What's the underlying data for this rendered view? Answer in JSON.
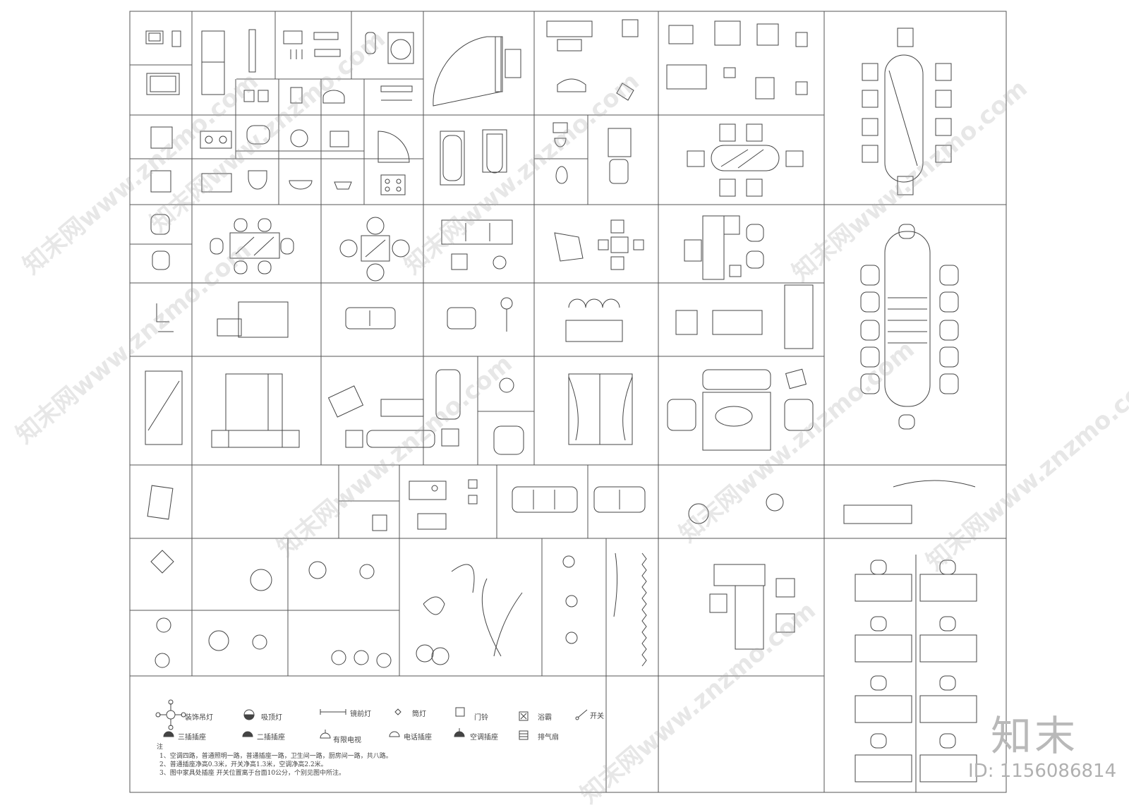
{
  "legend": {
    "items": [
      {
        "key": "decor_lamp",
        "label": "装饰吊灯"
      },
      {
        "key": "ceiling_lamp",
        "label": "吸顶灯"
      },
      {
        "key": "mirror_lamp",
        "label": "镜前灯"
      },
      {
        "key": "downlight",
        "label": "筒灯"
      },
      {
        "key": "doorbell",
        "label": "门铃"
      },
      {
        "key": "bath_heater",
        "label": "浴霸"
      },
      {
        "key": "switch",
        "label": "开关"
      },
      {
        "key": "socket3",
        "label": "三插插座"
      },
      {
        "key": "socket2",
        "label": "二插插座"
      },
      {
        "key": "tv_socket",
        "label": "有限电视"
      },
      {
        "key": "phone_socket",
        "label": "电话插座"
      },
      {
        "key": "ac_socket",
        "label": "空调插座"
      },
      {
        "key": "exhaust_fan",
        "label": "排气扇"
      }
    ],
    "notes_title": "注",
    "notes": [
      "1、空调四路，普通照明一路，普通插座一路，卫生间一路，厨房间一路，共八路。",
      "2、普通插座净高0.3米，开关净高1.3米，空调净高2.2米。",
      "3、图中家具处插座  开关位置离于台面10公分，个别见图中所注。"
    ]
  },
  "watermark": {
    "text": "知末网www.znzmo.com"
  },
  "brand": {
    "logo_text": "知末",
    "id_text": "ID: 1156086814"
  }
}
